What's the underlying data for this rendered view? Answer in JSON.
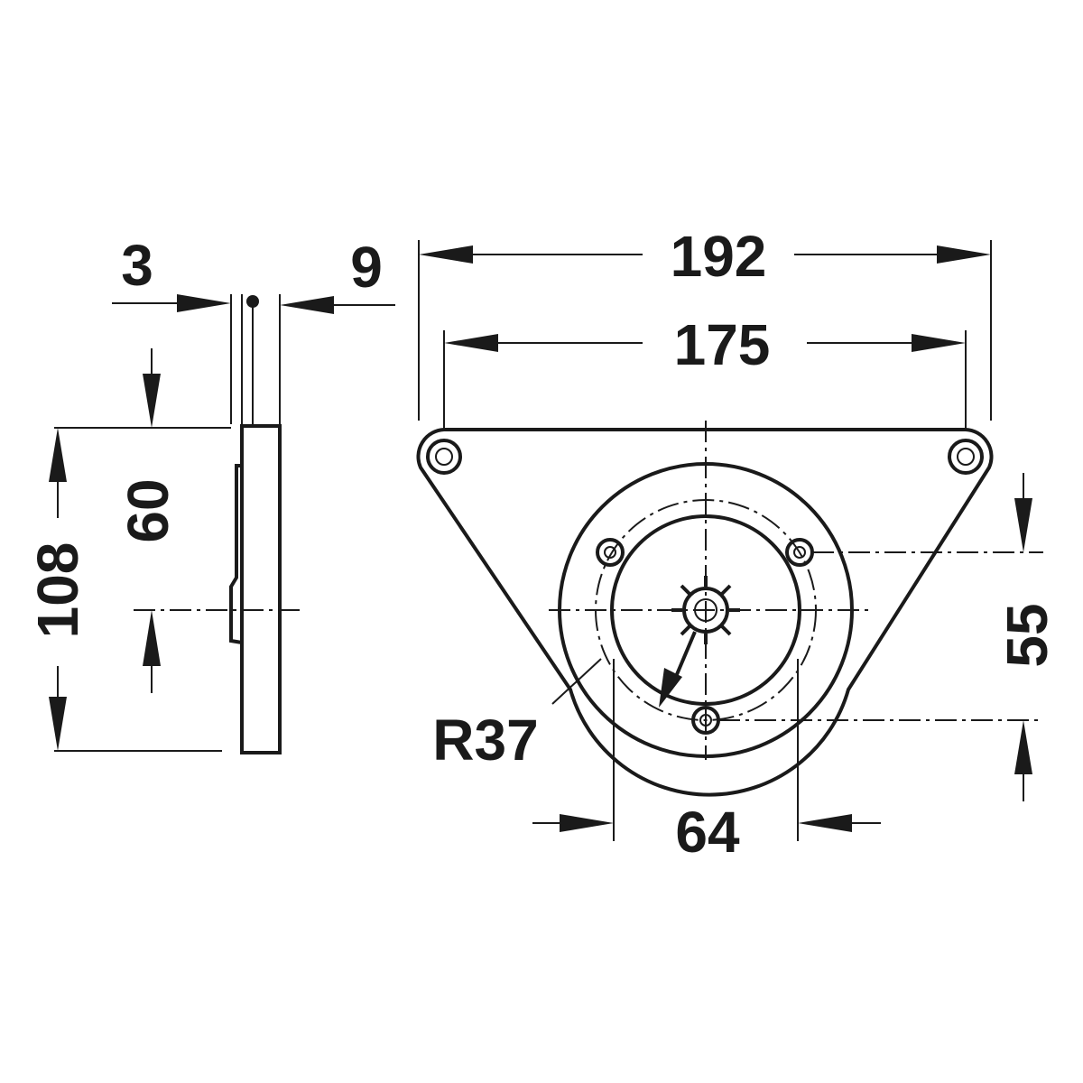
{
  "side_view": {
    "dim_thickness_left": "3",
    "dim_thickness_right": "9",
    "dim_height_total": "108",
    "dim_height_center": "60"
  },
  "top_view": {
    "dim_width_overall": "192",
    "dim_hole_spacing": "175",
    "dim_vertical_holes": "55",
    "dim_inner_diameter": "64",
    "dim_radius": "R37"
  }
}
